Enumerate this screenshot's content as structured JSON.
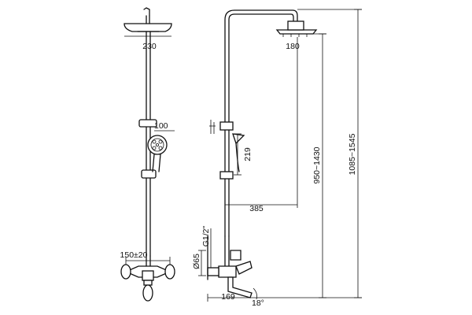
{
  "dimensions": {
    "front_head_width": "230",
    "side_head_width": "180",
    "hand_shower_diameter": "100",
    "mixer_spacing": "150±20",
    "holder_height": "219",
    "arm_reach": "385",
    "overhead_height": "950~1430",
    "total_height": "1085~1545",
    "inlet_thread": "G1/2\"",
    "outlet_diameter": "Ø65",
    "spout_length": "169",
    "spout_angle": "18°"
  }
}
